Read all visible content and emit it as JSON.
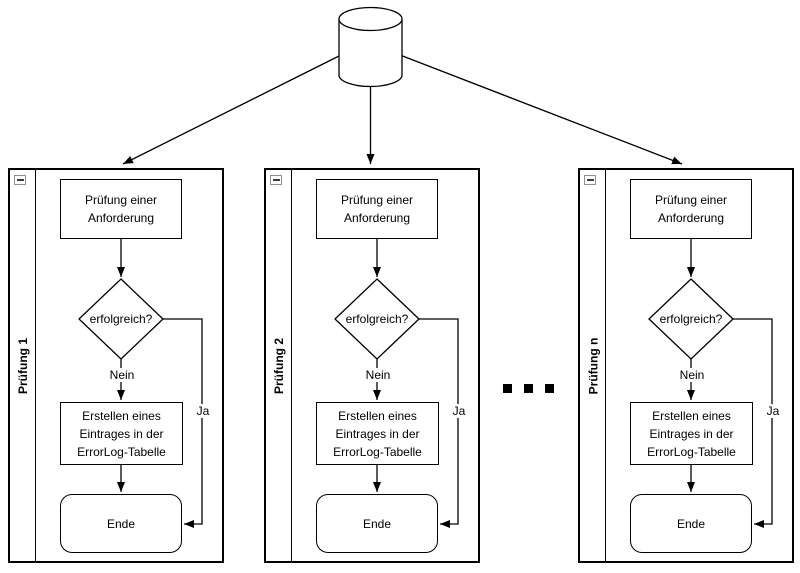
{
  "colors": {
    "stroke": "#000000",
    "background": "#ffffff",
    "label_background": "#ffffff"
  },
  "ellipsis": "...",
  "lanes": [
    {
      "title": "Prüfung 1",
      "process": "Prüfung einer Anforderung",
      "decision": "erfolgreich?",
      "no_label": "Nein",
      "yes_label": "Ja",
      "log": "Erstellen eines Eintrages in der ErrorLog-Tabelle",
      "end": "Ende"
    },
    {
      "title": "Prüfung 2",
      "process": "Prüfung einer Anforderung",
      "decision": "erfolgreich?",
      "no_label": "Nein",
      "yes_label": "Ja",
      "log": "Erstellen eines Eintrages in der ErrorLog-Tabelle",
      "end": "Ende"
    },
    {
      "title": "Prüfung n",
      "process": "Prüfung einer Anforderung",
      "decision": "erfolgreich?",
      "no_label": "Nein",
      "yes_label": "Ja",
      "log": "Erstellen eines Eintrages in der ErrorLog-Tabelle",
      "end": "Ende"
    }
  ]
}
